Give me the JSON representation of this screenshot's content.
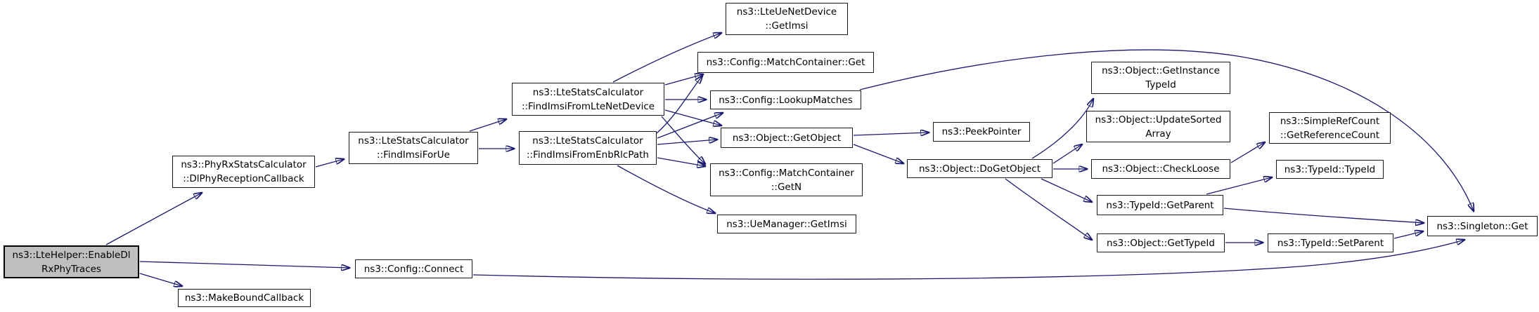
{
  "diagram": {
    "type": "call-graph",
    "root": "ns3::LteHelper::EnableDlRxPhyTraces",
    "colors": {
      "edge": "#191970",
      "node_border": "#1c1c1c",
      "node_fill": "#ffffff",
      "root_fill": "#bfbfbf",
      "background": "#ffffff"
    },
    "nodes": {
      "enable_dl_rx_phy_traces": {
        "label": "ns3::LteHelper::EnableDl\nRxPhyTraces"
      },
      "dl_phy_reception_callback": {
        "label": "ns3::PhyRxStatsCalculator\n::DlPhyReceptionCallback"
      },
      "make_bound_callback": {
        "label": "ns3::MakeBoundCallback"
      },
      "config_connect": {
        "label": "ns3::Config::Connect"
      },
      "find_imsi_for_ue": {
        "label": "ns3::LteStatsCalculator\n::FindImsiForUe"
      },
      "find_imsi_from_lte_net_device": {
        "label": "ns3::LteStatsCalculator\n::FindImsiFromLteNetDevice"
      },
      "find_imsi_from_enb_rlc_path": {
        "label": "ns3::LteStatsCalculator\n::FindImsiFromEnbRlcPath"
      },
      "lte_ue_net_device_get_imsi": {
        "label": "ns3::LteUeNetDevice\n::GetImsi"
      },
      "match_container_get": {
        "label": "ns3::Config::MatchContainer::Get"
      },
      "lookup_matches": {
        "label": "ns3::Config::LookupMatches"
      },
      "object_get_object": {
        "label": "ns3::Object::GetObject"
      },
      "match_container_get_n": {
        "label": "ns3::Config::MatchContainer\n::GetN"
      },
      "ue_manager_get_imsi": {
        "label": "ns3::UeManager::GetImsi"
      },
      "peek_pointer": {
        "label": "ns3::PeekPointer"
      },
      "object_do_get_object": {
        "label": "ns3::Object::DoGetObject"
      },
      "object_get_instance_type_id": {
        "label": "ns3::Object::GetInstance\nTypeId"
      },
      "object_update_sorted_array": {
        "label": "ns3::Object::UpdateSorted\nArray"
      },
      "object_check_loose": {
        "label": "ns3::Object::CheckLoose"
      },
      "type_id_get_parent": {
        "label": "ns3::TypeId::GetParent"
      },
      "object_get_type_id": {
        "label": "ns3::Object::GetTypeId"
      },
      "simple_ref_count_get_reference_count": {
        "label": "ns3::SimpleRefCount\n::GetReferenceCount"
      },
      "type_id_type_id": {
        "label": "ns3::TypeId::TypeId"
      },
      "type_id_set_parent": {
        "label": "ns3::TypeId::SetParent"
      },
      "singleton_get": {
        "label": "ns3::Singleton::Get"
      }
    },
    "edges": [
      {
        "from": "enable_dl_rx_phy_traces",
        "to": "dl_phy_reception_callback"
      },
      {
        "from": "enable_dl_rx_phy_traces",
        "to": "config_connect"
      },
      {
        "from": "enable_dl_rx_phy_traces",
        "to": "make_bound_callback"
      },
      {
        "from": "dl_phy_reception_callback",
        "to": "find_imsi_for_ue"
      },
      {
        "from": "find_imsi_for_ue",
        "to": "find_imsi_from_lte_net_device"
      },
      {
        "from": "find_imsi_for_ue",
        "to": "find_imsi_from_enb_rlc_path"
      },
      {
        "from": "find_imsi_from_lte_net_device",
        "to": "lte_ue_net_device_get_imsi"
      },
      {
        "from": "find_imsi_from_lte_net_device",
        "to": "match_container_get"
      },
      {
        "from": "find_imsi_from_lte_net_device",
        "to": "lookup_matches"
      },
      {
        "from": "find_imsi_from_lte_net_device",
        "to": "object_get_object"
      },
      {
        "from": "find_imsi_from_lte_net_device",
        "to": "match_container_get_n"
      },
      {
        "from": "find_imsi_from_enb_rlc_path",
        "to": "match_container_get"
      },
      {
        "from": "find_imsi_from_enb_rlc_path",
        "to": "lookup_matches"
      },
      {
        "from": "find_imsi_from_enb_rlc_path",
        "to": "object_get_object"
      },
      {
        "from": "find_imsi_from_enb_rlc_path",
        "to": "match_container_get_n"
      },
      {
        "from": "find_imsi_from_enb_rlc_path",
        "to": "ue_manager_get_imsi"
      },
      {
        "from": "object_get_object",
        "to": "peek_pointer"
      },
      {
        "from": "object_get_object",
        "to": "object_do_get_object"
      },
      {
        "from": "object_do_get_object",
        "to": "object_get_instance_type_id"
      },
      {
        "from": "object_do_get_object",
        "to": "object_update_sorted_array"
      },
      {
        "from": "object_do_get_object",
        "to": "object_check_loose"
      },
      {
        "from": "object_do_get_object",
        "to": "type_id_get_parent"
      },
      {
        "from": "object_do_get_object",
        "to": "object_get_type_id"
      },
      {
        "from": "object_check_loose",
        "to": "simple_ref_count_get_reference_count"
      },
      {
        "from": "type_id_get_parent",
        "to": "type_id_type_id"
      },
      {
        "from": "type_id_get_parent",
        "to": "singleton_get"
      },
      {
        "from": "object_get_type_id",
        "to": "type_id_set_parent"
      },
      {
        "from": "type_id_set_parent",
        "to": "singleton_get"
      },
      {
        "from": "lookup_matches",
        "to": "singleton_get"
      },
      {
        "from": "config_connect",
        "to": "singleton_get"
      }
    ]
  }
}
